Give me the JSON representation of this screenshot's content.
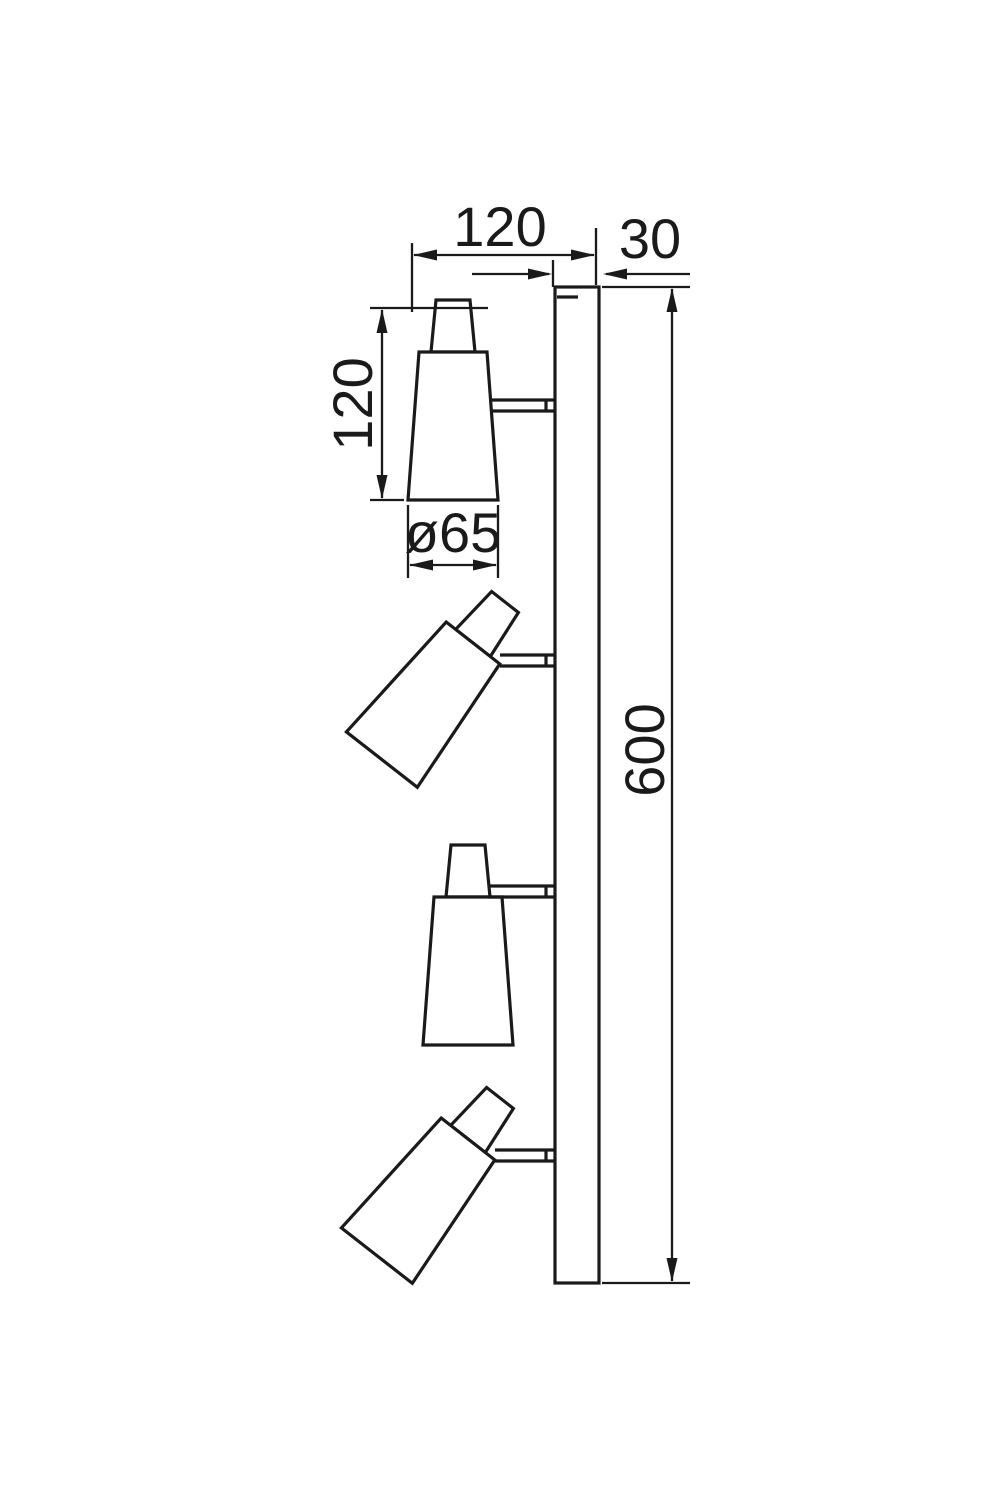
{
  "drawing": {
    "title": "spotlight-fixture-dimension-drawing",
    "dims": {
      "width": "120",
      "depth": "30",
      "lamp_height": "120",
      "shade_diameter": "ø65",
      "bar_length": "600"
    },
    "colors": {
      "line": "#1a1a1a",
      "background": "#ffffff"
    }
  }
}
